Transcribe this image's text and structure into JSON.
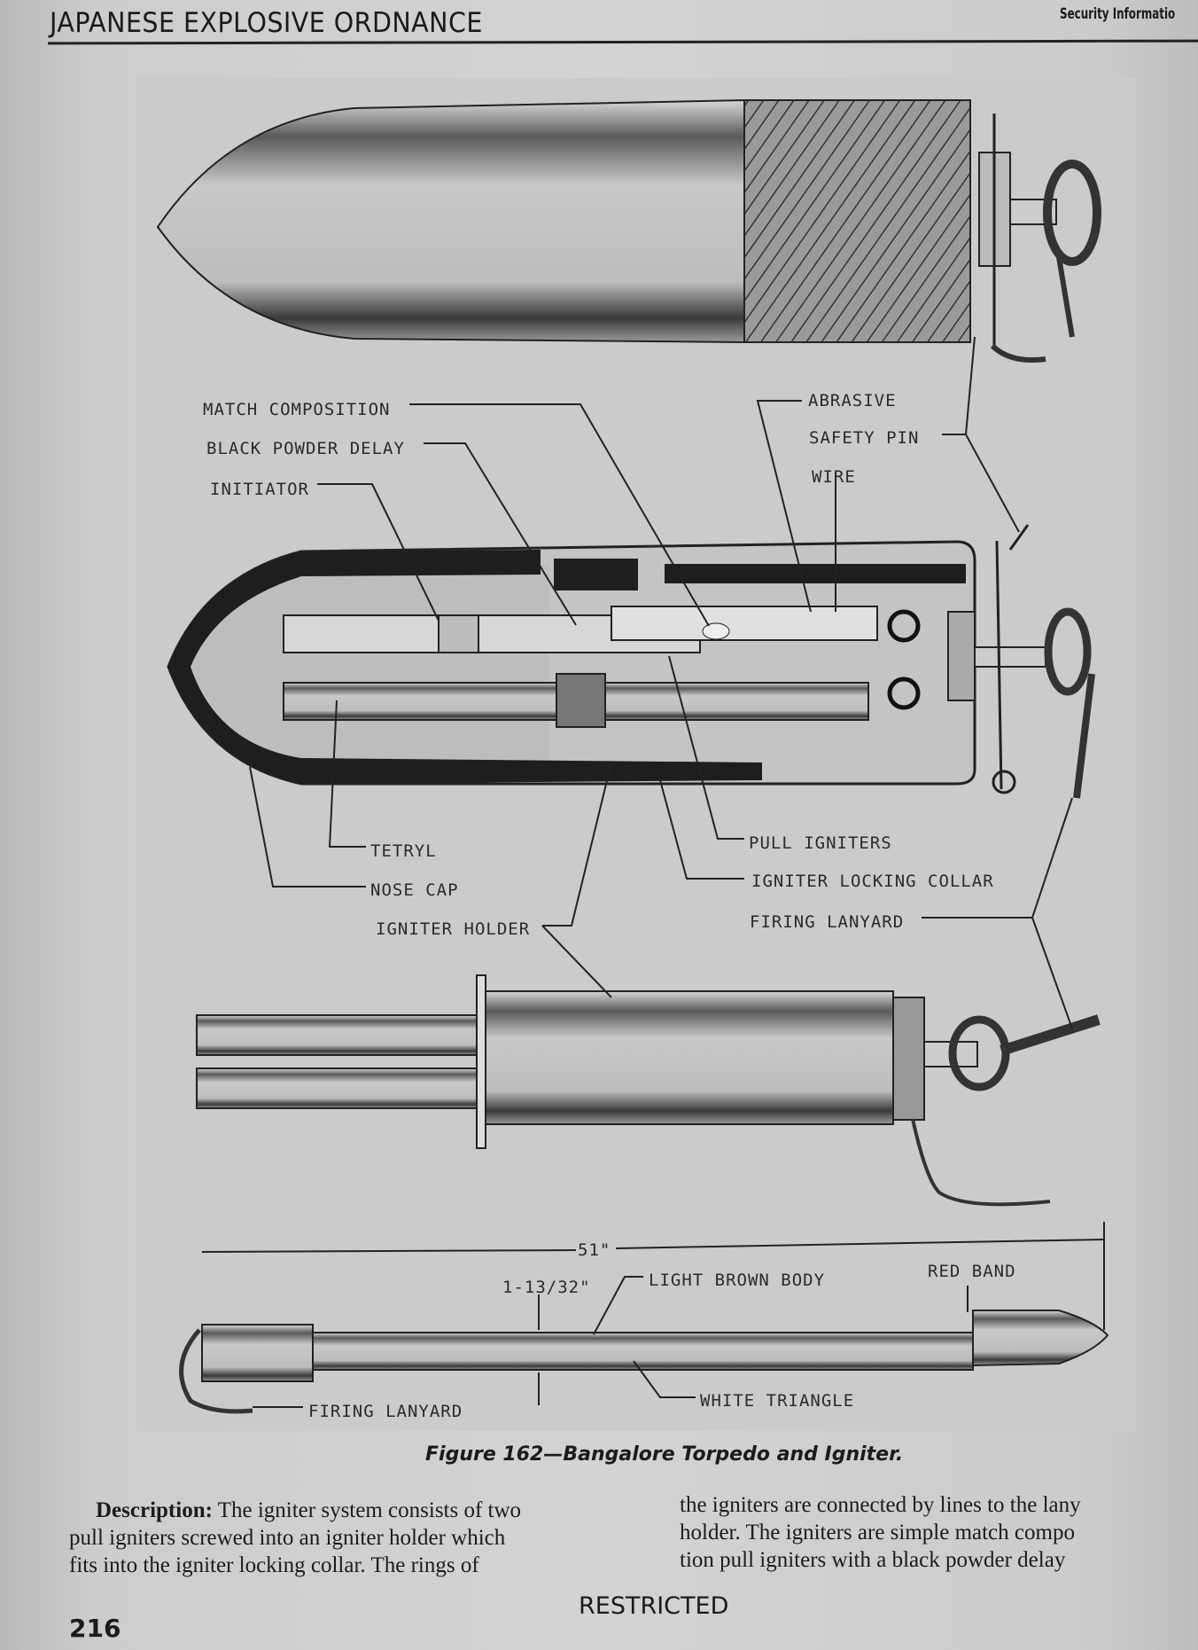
{
  "header": {
    "title": "JAPANESE EXPLOSIVE ORDNANCE",
    "security_note": "Security Informatio"
  },
  "figure": {
    "labels": {
      "match_composition": "MATCH COMPOSITION",
      "black_powder_delay": "BLACK POWDER DELAY",
      "initiator": "INITIATOR",
      "abrasive": "ABRASIVE",
      "safety_pin": "SAFETY PIN",
      "wire": "WIRE",
      "tetryl": "TETRYL",
      "nose_cap": "NOSE CAP",
      "igniter_holder": "IGNITER HOLDER",
      "pull_igniters": "PULL IGNITERS",
      "igniter_locking_collar": "IGNITER LOCKING COLLAR",
      "firing_lanyard": "FIRING LANYARD",
      "length": "51\"",
      "diameter": "1-13/32\"",
      "light_brown_body": "LIGHT BROWN BODY",
      "red_band": "RED BAND",
      "white_triangle": "WHITE TRIANGLE",
      "firing_lanyard_bottom": "FIRING LANYARD"
    },
    "caption": "Figure 162—Bangalore Torpedo and Igniter."
  },
  "body": {
    "col1": [
      {
        "lead": "Description:",
        "text": " The igniter system consists of two"
      },
      {
        "text": "pull igniters screwed into an igniter holder which"
      },
      {
        "text": "fits into the igniter locking collar.  The rings of"
      }
    ],
    "col2": [
      "the igniters are connected by lines to the lany",
      "holder.  The igniters are simple match compo",
      "tion pull igniters with a black powder delay"
    ]
  },
  "footer": {
    "classification": "RESTRICTED",
    "page_number": "216"
  }
}
